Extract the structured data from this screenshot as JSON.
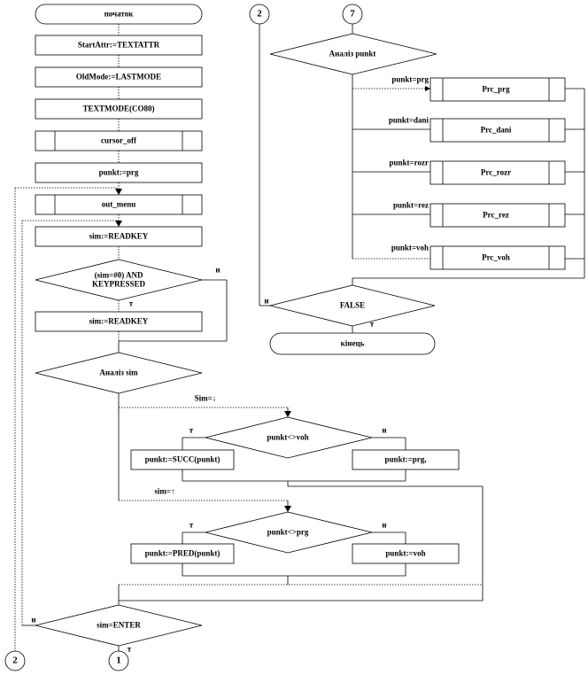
{
  "left": {
    "start": "початок",
    "b1": "StartAttr:=TEXTATTR",
    "b2": "OldMode:=LASTMODE",
    "b3": "TEXTMODE(CO80)",
    "b4": "cursor_off",
    "b5": "punkt:=prg",
    "b6": "out_menu",
    "b7": "sim:=READKEY",
    "d1_line1": "(sim=#0) AND",
    "d1_line2": "KEYPRESSED",
    "d1_yes": "т",
    "d1_no": "н",
    "b8": "sim:=READKEY",
    "case_sim": "Аналіз sim",
    "case_down": "Sim=↓",
    "d_down": "punkt<>voh",
    "down_yes": "т",
    "down_no": "н",
    "down_succ": "punkt:=SUCC(punkt)",
    "down_else": "punkt:=prg,",
    "case_up": "sim=↑",
    "d_up": "punkt<>prg",
    "up_yes": "т",
    "up_no": "н",
    "up_pred": "punkt:=PRED(punkt)",
    "up_else": "punkt:=voh",
    "d_enter": "sim=ENTER",
    "enter_no": "н",
    "enter_yes": "т",
    "conn1": "1",
    "conn2": "2"
  },
  "right": {
    "conn2": "2",
    "conn7": "7",
    "case_punkt": "Аналіз punkt",
    "cases": [
      {
        "cond": "punkt=prg",
        "proc": "Prc_prg"
      },
      {
        "cond": "punkt=dani",
        "proc": "Prc_dani"
      },
      {
        "cond": "punkt=rozr",
        "proc": "Prc_rozr"
      },
      {
        "cond": "punkt=rez",
        "proc": "Prc_rez"
      },
      {
        "cond": "punkt=voh",
        "proc": "Prc_voh"
      }
    ],
    "d_false": "FALSE",
    "false_no": "н",
    "false_yes": "т",
    "end": "кінець"
  }
}
